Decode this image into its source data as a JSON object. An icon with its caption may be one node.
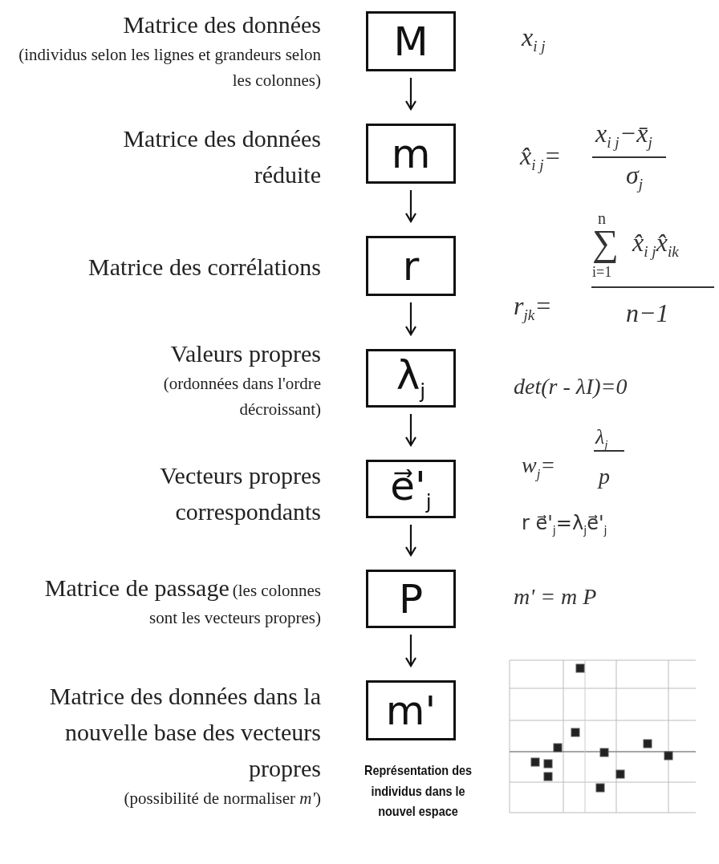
{
  "diagram": {
    "nodes": [
      {
        "text": [
          "M"
        ],
        "beside": [
          "Matrice des données",
          "(individus selon les lignes et grandeurs selon les colonnes)"
        ]
      },
      {
        "text": [
          "m"
        ],
        "beside": [
          "Matrice des données réduite"
        ]
      },
      {
        "text": [
          "r"
        ],
        "beside": [
          "Matrice des corrélations"
        ]
      },
      {
        "text": [
          "λ$_{j}$"
        ],
        "beside": [
          "Valeurs propres",
          "(ordonnées dans l'ordre décroissant)"
        ]
      },
      {
        "text": [
          "e⃗'$_{j}$"
        ],
        "beside": [
          "Vecteurs propres correspondants"
        ]
      },
      {
        "text": [
          "P"
        ],
        "beside": [
          "Matrice de passage",
          "(les colonnes sont les vecteurs propres)"
        ]
      },
      {
        "text": [
          "m'"
        ],
        "beside": [
          "Matrice des données dans la nouvelle base des vecteurs propres",
          "(possibilité de normaliser *m'*)"
        ]
      }
    ],
    "edges": [
      {
        "from": 0,
        "to": 1,
        "arrow": "to"
      },
      {
        "from": 1,
        "to": 2,
        "arrow": "to"
      },
      {
        "from": 2,
        "to": 3,
        "arrow": "to"
      },
      {
        "from": 3,
        "to": 4,
        "arrow": "to"
      },
      {
        "from": 4,
        "to": 5,
        "arrow": "to"
      },
      {
        "from": 5,
        "to": 6,
        "arrow": "to"
      }
    ],
    "labels": [
      "x$_{i j}$",
      "x̂$_{i j}$=",
      "x$_{i j}$−x̄$_{j}$",
      "σ$_{j}$",
      "n",
      "∑",
      "x̂$_{i j}$x̂$_{ik}$",
      "i=1",
      "r$_{jk}$=",
      "n−1",
      "det(r - λI)=0",
      "w$_{j}$=",
      "λ$_{j}$",
      "p",
      "r e⃗'$_{j}$=λ$_{j}$e⃗'$_{j}$",
      "m' = m P",
      "Représentation des individus dans le nouvel espace"
    ]
  }
}
